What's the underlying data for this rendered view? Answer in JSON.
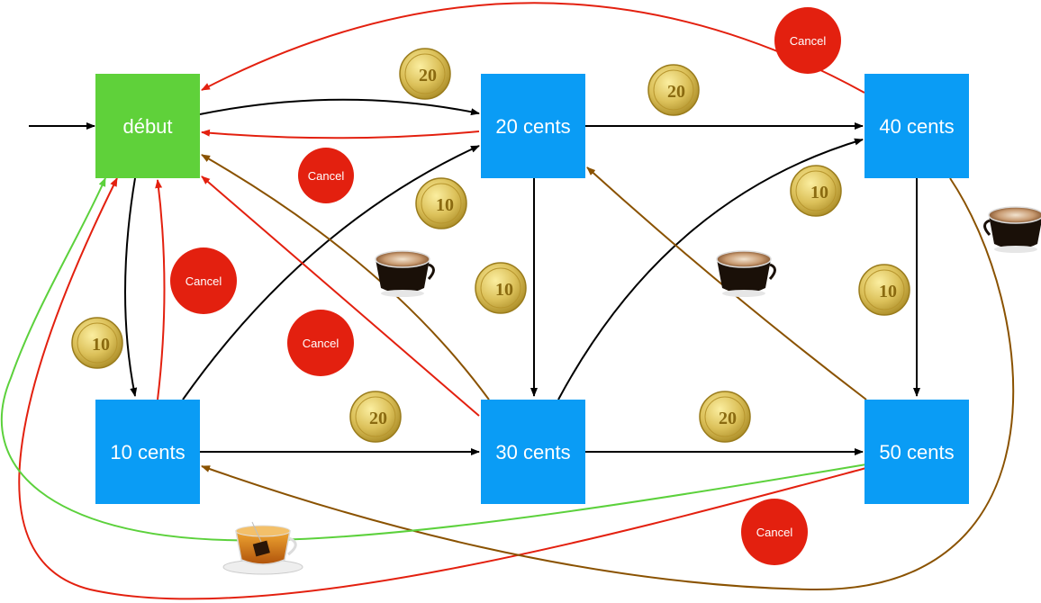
{
  "colors": {
    "start_state": "#5fd13a",
    "cents_state": "#0a9cf5",
    "cancel": "#e3200f",
    "coin_edge": "#000000",
    "coffee_edge": "#8a5200",
    "tea_edge": "#5cd13c"
  },
  "states": {
    "debut": "début",
    "c10": "10 cents",
    "c20": "20 cents",
    "c30": "30 cents",
    "c40": "40 cents",
    "c50": "50 cents"
  },
  "cancel_label": "Cancel",
  "coins": {
    "ten": "10",
    "twenty": "20"
  },
  "icons": [
    "coin-10-icon",
    "coin-20-icon",
    "coffee-icon",
    "tea-icon"
  ]
}
